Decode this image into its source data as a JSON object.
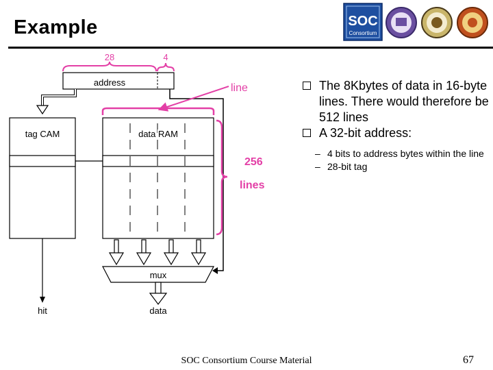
{
  "slide": {
    "title": "Example",
    "footer": "SOC Consortium Course Material",
    "page_number": "67"
  },
  "logos": {
    "soc_top": "SOC",
    "soc_bottom": "Consortium"
  },
  "diagram": {
    "bits_tag": "28",
    "bits_offset": "4",
    "address_label": "address",
    "tag_cam_label": "tag CAM",
    "data_ram_label": "data RAM",
    "mux_label": "mux",
    "hit_label": "hit",
    "data_label": "data",
    "line_label": "line",
    "lines_count": "256",
    "lines_label": "lines"
  },
  "bullets": [
    {
      "text": "The 8Kbytes of data in 16-byte lines. There would therefore be 512 lines"
    },
    {
      "text": "A 32-bit address:"
    }
  ],
  "sub_bullets": [
    {
      "text": "4 bits to address bytes within the line"
    },
    {
      "text": "28-bit tag"
    }
  ],
  "colors": {
    "accent": "#e33fa6",
    "logo_blue": "#1e4fa0"
  }
}
